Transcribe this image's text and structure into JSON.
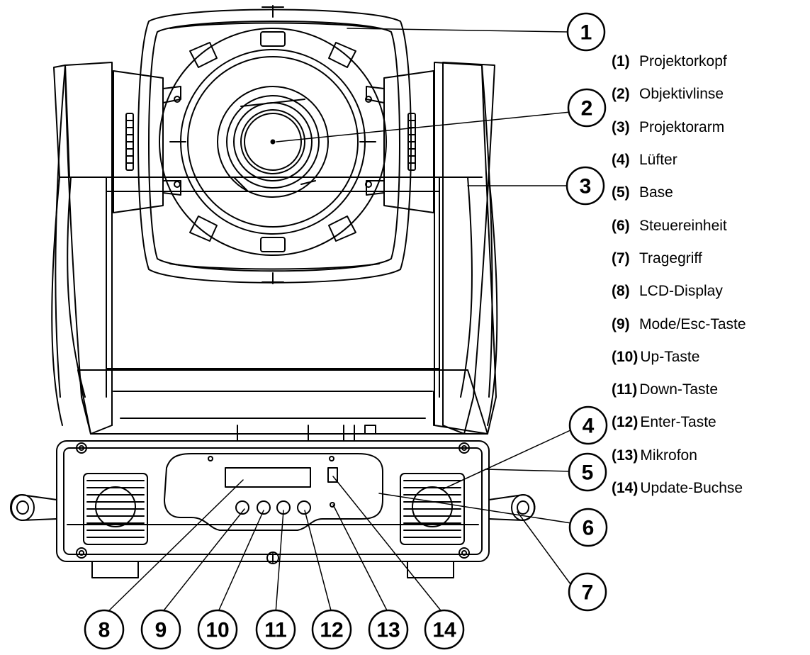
{
  "callouts": [
    "1",
    "2",
    "3",
    "4",
    "5",
    "6",
    "7",
    "8",
    "9",
    "10",
    "11",
    "12",
    "13",
    "14"
  ],
  "legend": [
    {
      "num": "(1)",
      "label": "Projektorkopf"
    },
    {
      "num": "(2)",
      "label": "Objektivlinse"
    },
    {
      "num": "(3)",
      "label": "Projektorarm"
    },
    {
      "num": "(4)",
      "label": "Lüfter"
    },
    {
      "num": "(5)",
      "label": "Base"
    },
    {
      "num": "(6)",
      "label": "Steuereinheit"
    },
    {
      "num": "(7)",
      "label": "Tragegriff"
    },
    {
      "num": "(8)",
      "label": "LCD-Display"
    },
    {
      "num": "(9)",
      "label": "Mode/Esc-Taste"
    },
    {
      "num": "(10)",
      "label": "Up-Taste"
    },
    {
      "num": "(11)",
      "label": "Down-Taste"
    },
    {
      "num": "(12)",
      "label": "Enter-Taste"
    },
    {
      "num": "(13)",
      "label": "Mikrofon"
    },
    {
      "num": "(14)",
      "label": "Update-Buchse"
    }
  ]
}
